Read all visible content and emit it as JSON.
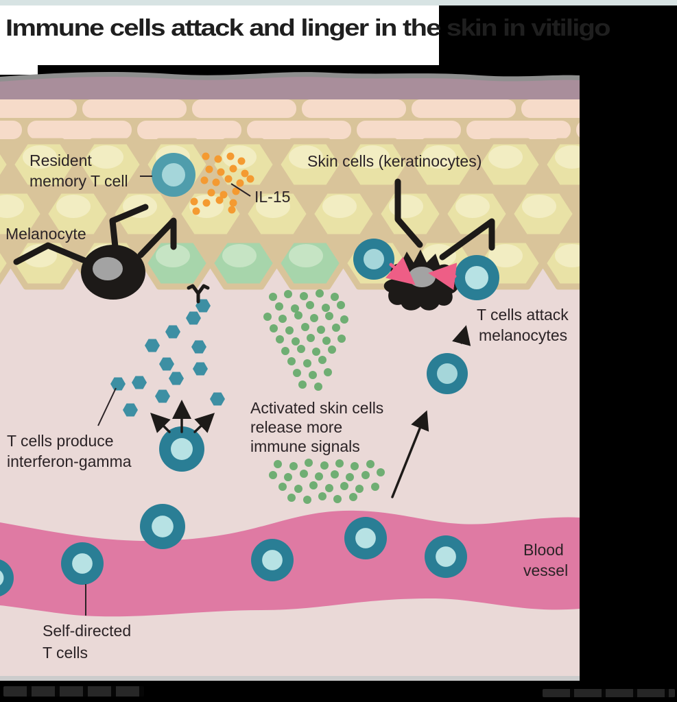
{
  "title": {
    "text": "Immune cells attack and linger in the skin in vitiligo"
  },
  "diagram": {
    "labels": {
      "resident_line1": "Resident",
      "resident_line2": "memory T cell",
      "il15": "IL-15",
      "melanocyte": "Melanocyte",
      "skin_cells": "Skin cells (keratinocytes)",
      "attack_line1": "T cells attack",
      "attack_line2": "melanocytes",
      "produce_line1": "T cells produce",
      "produce_line2": "interferon-gamma",
      "activated_line1": "Activated skin cells",
      "activated_line2": "release more",
      "activated_line3": "immune signals",
      "blood_line1": "Blood",
      "blood_line2": "vessel",
      "self_line1": "Self-directed",
      "self_line2": "T cells"
    }
  },
  "colors": {
    "top_strip": "#d7e3e3",
    "title_text": "#1f1f1f",
    "surface_gray": "#8f8f8f",
    "stratum_mauve": "#a98e9b",
    "grout": "#d9c49a",
    "pink_cell": "#f6dbc9",
    "cell_yellow": "#e9e2a6",
    "cell_yellow_inner": "#f2edc2",
    "cell_green": "#a7d5ab",
    "cell_green_inner": "#c6e4c4",
    "dermis": "#ead9d7",
    "vessel_pink": "#df7aa3",
    "tcell_ring": "#2a7e95",
    "tcell_ring_light": "#4f9dac",
    "tcell_inner": "#b7e2e4",
    "tcell_inner_alt": "#a5d6da",
    "il15_orange": "#f49a31",
    "signal_green": "#6fae73",
    "ifn_teal": "#3d8fa3",
    "melanocyte_black": "#1d1a18",
    "nucleus_gray": "#a3a3a3",
    "attack_arrow_pink": "#ee5e86",
    "label_text": "#2b2326",
    "bottom_line": "#cccccc"
  }
}
